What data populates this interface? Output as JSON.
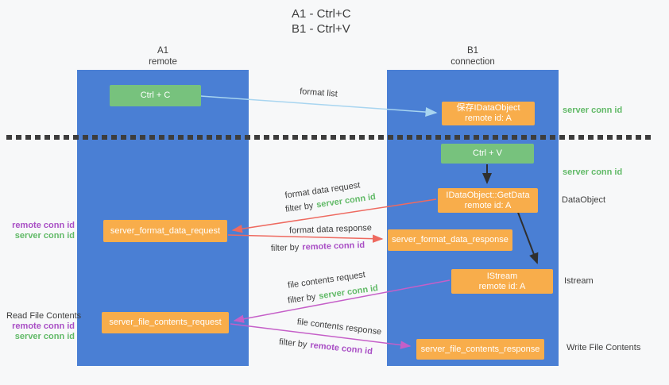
{
  "title": {
    "line1": "A1 - Ctrl+C",
    "line2": "B1 - Ctrl+V"
  },
  "columns": {
    "a1": {
      "name": "A1",
      "subtitle": "remote"
    },
    "b1": {
      "name": "B1",
      "subtitle": "connection"
    }
  },
  "nodes": {
    "ctrl_c": "Ctrl + C",
    "save_dataobject": {
      "line1": "保存IDataObject",
      "line2": "remote id: A"
    },
    "ctrl_v": "Ctrl + V",
    "getdata": {
      "line1": "IDataObject::GetData",
      "line2": "remote id: A"
    },
    "format_request": "server_format_data_request",
    "format_response": "server_format_data_response",
    "istream": {
      "line1": "IStream",
      "line2": "remote id: A"
    },
    "file_request": "server_file_contents_request",
    "file_response": "server_file_contents_response"
  },
  "edge_labels": {
    "format_list": "format list",
    "format_data_request": "format data request",
    "format_data_response": "format data response",
    "file_contents_request": "file contents request",
    "file_contents_response": "file contents response",
    "filter_by": "filter by",
    "server_conn_id": "server conn id",
    "remote_conn_id": "remote conn id"
  },
  "side_labels": {
    "server_conn_id_top": "server conn id",
    "server_conn_id_mid": "server conn id",
    "dataobject": "DataObject",
    "istream": "Istream",
    "write_file_contents": "Write File Contents",
    "read_file_contents": "Read File Contents",
    "remote_conn_id": "remote conn id",
    "server_conn_id": "server conn id"
  },
  "colors": {
    "background": "#f7f8f9",
    "column": "#4a7fd4",
    "node_green": "#77c27d",
    "node_orange": "#f8ad4b",
    "node_text": "#ffffff",
    "text": "#3d3d3d",
    "green": "#62ba68",
    "purple": "#a94fc5",
    "arrow_blue": "#a8d5f0",
    "arrow_black": "#2f2f2f",
    "arrow_red": "#ee6a60",
    "arrow_magenta": "#c55fc8",
    "dash": "#3d3d3d"
  }
}
